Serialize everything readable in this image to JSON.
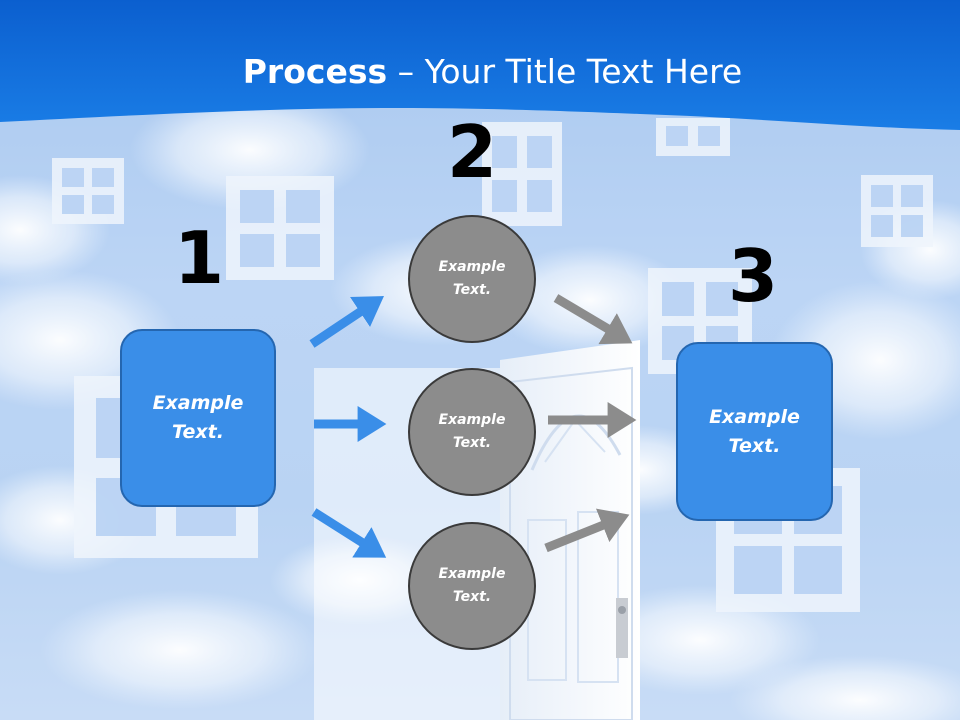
{
  "title": {
    "bold": "Process",
    "rest": " – Your Title Text Here"
  },
  "steps": [
    {
      "number": "1",
      "label": "Example\nText."
    },
    {
      "number": "2",
      "labels": [
        "Example\nText.",
        "Example\nText.",
        "Example\nText."
      ]
    },
    {
      "number": "3",
      "label": "Example\nText."
    }
  ],
  "colors": {
    "header": "#0a64d6",
    "box_fill": "#3a8ee8",
    "circle_fill": "#8c8c8c",
    "blue_arrow": "#3a8ee8",
    "gray_arrow": "#8c8c8c"
  }
}
